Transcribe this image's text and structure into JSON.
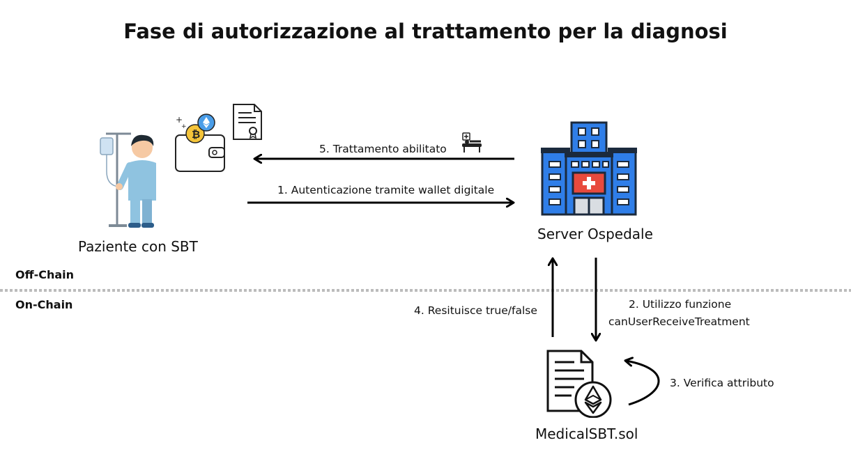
{
  "title": "Fase di autorizzazione al trattamento per la diagnosi",
  "zones": {
    "off_chain": "Off-Chain",
    "on_chain": "On-Chain"
  },
  "nodes": {
    "patient": "Paziente con SBT",
    "server": "Server Ospedale",
    "contract": "MedicalSBT.sol"
  },
  "edges": {
    "step1": "1. Autenticazione tramite wallet digitale",
    "step2_line1": "2. Utilizzo funzione",
    "step2_line2": "canUserReceiveTreatment",
    "step3": "3. Verifica attributo",
    "step4": "4. Resituisce true/false",
    "step5": "5. Trattamento abilitato"
  },
  "icons": {
    "patient": "patient-iv-icon",
    "wallet": "crypto-wallet-icon",
    "certificate": "certificate-icon",
    "treatment": "hospital-bed-icon",
    "hospital": "hospital-building-icon",
    "contract": "ethereum-document-icon"
  },
  "colors": {
    "hospital_blue": "#2f7ee8",
    "hospital_dark": "#1b2a3d",
    "arrow": "#000000",
    "divider": "#bbbbbb"
  }
}
